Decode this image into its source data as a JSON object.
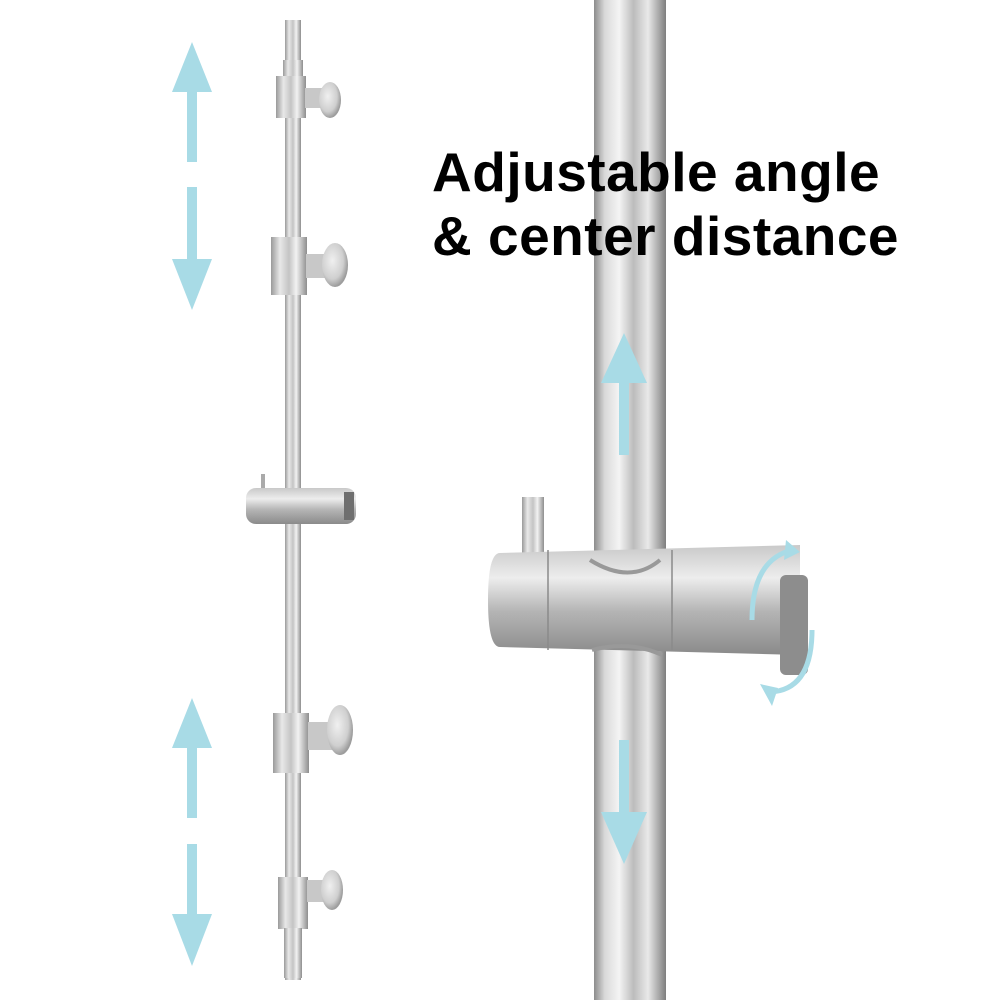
{
  "headline": {
    "line1": "Adjustable angle",
    "line2": "& center distance"
  },
  "colors": {
    "background": "#ffffff",
    "arrow": "#a8dbe6",
    "steel_light": "#e6e6e6",
    "steel_mid": "#bdbdbd",
    "steel_dark": "#8a8a8a",
    "text": "#000000"
  },
  "product": {
    "name": "shower slide bar with adjustable handheld holder",
    "left_view": {
      "brackets": 4,
      "holder": 1,
      "arrows": [
        "up-down-top",
        "up-down-bottom"
      ]
    },
    "right_view": {
      "holder_closeup": true,
      "arrows": [
        "slide-up",
        "slide-down",
        "rotate"
      ]
    }
  }
}
